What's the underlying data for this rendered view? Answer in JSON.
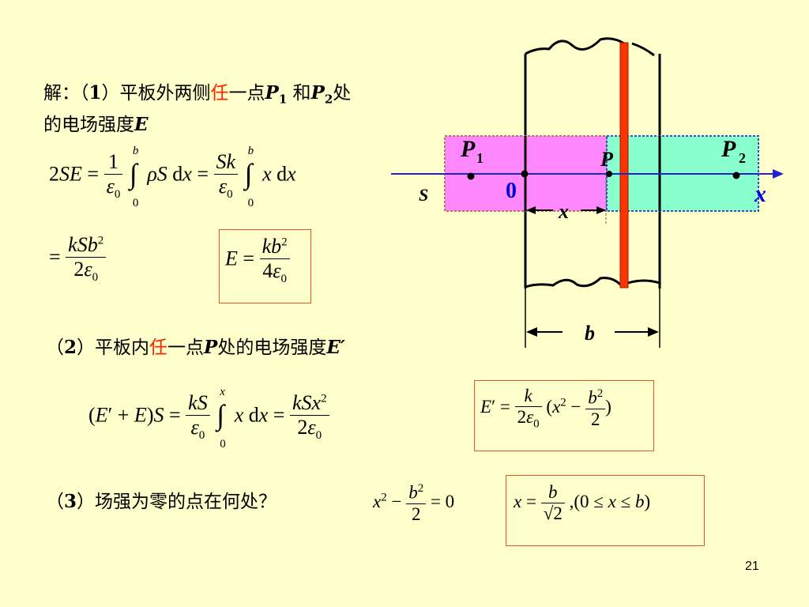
{
  "part1": {
    "line1_a": "解：（",
    "line1_num": "1",
    "line1_b": "）平板外两侧",
    "line1_red": "任",
    "line1_c": "一点",
    "p1": "P",
    "p1_sub": "1",
    "and": " 和",
    "p2": "P",
    "p2_sub": "2",
    "line1_end": "处",
    "line2": "的电场强度",
    "line2_var": "E"
  },
  "part2": {
    "open": "（",
    "num": "2",
    "text_a": "）平板内",
    "red": "任",
    "text_b": "一点",
    "var_p": "P",
    "text_c": "处的电场强度",
    "var_e": "E′"
  },
  "part3": {
    "open": "（",
    "num": "3",
    "text": "）场强为零的点在何处？"
  },
  "diagram": {
    "label_P1": "P",
    "label_P1_sub": "1",
    "label_P": "P",
    "label_P2": "P",
    "label_P2_sub": "2",
    "label_S": "S",
    "label_zero": "0",
    "label_x_axis": "x",
    "label_x_len": "x",
    "label_b": "b",
    "colors": {
      "left_prism": "#FF88FF",
      "right_prism": "#88FFCC",
      "axis": "#2222CC",
      "red_plane": "#FF3300"
    }
  },
  "page_number": "21"
}
